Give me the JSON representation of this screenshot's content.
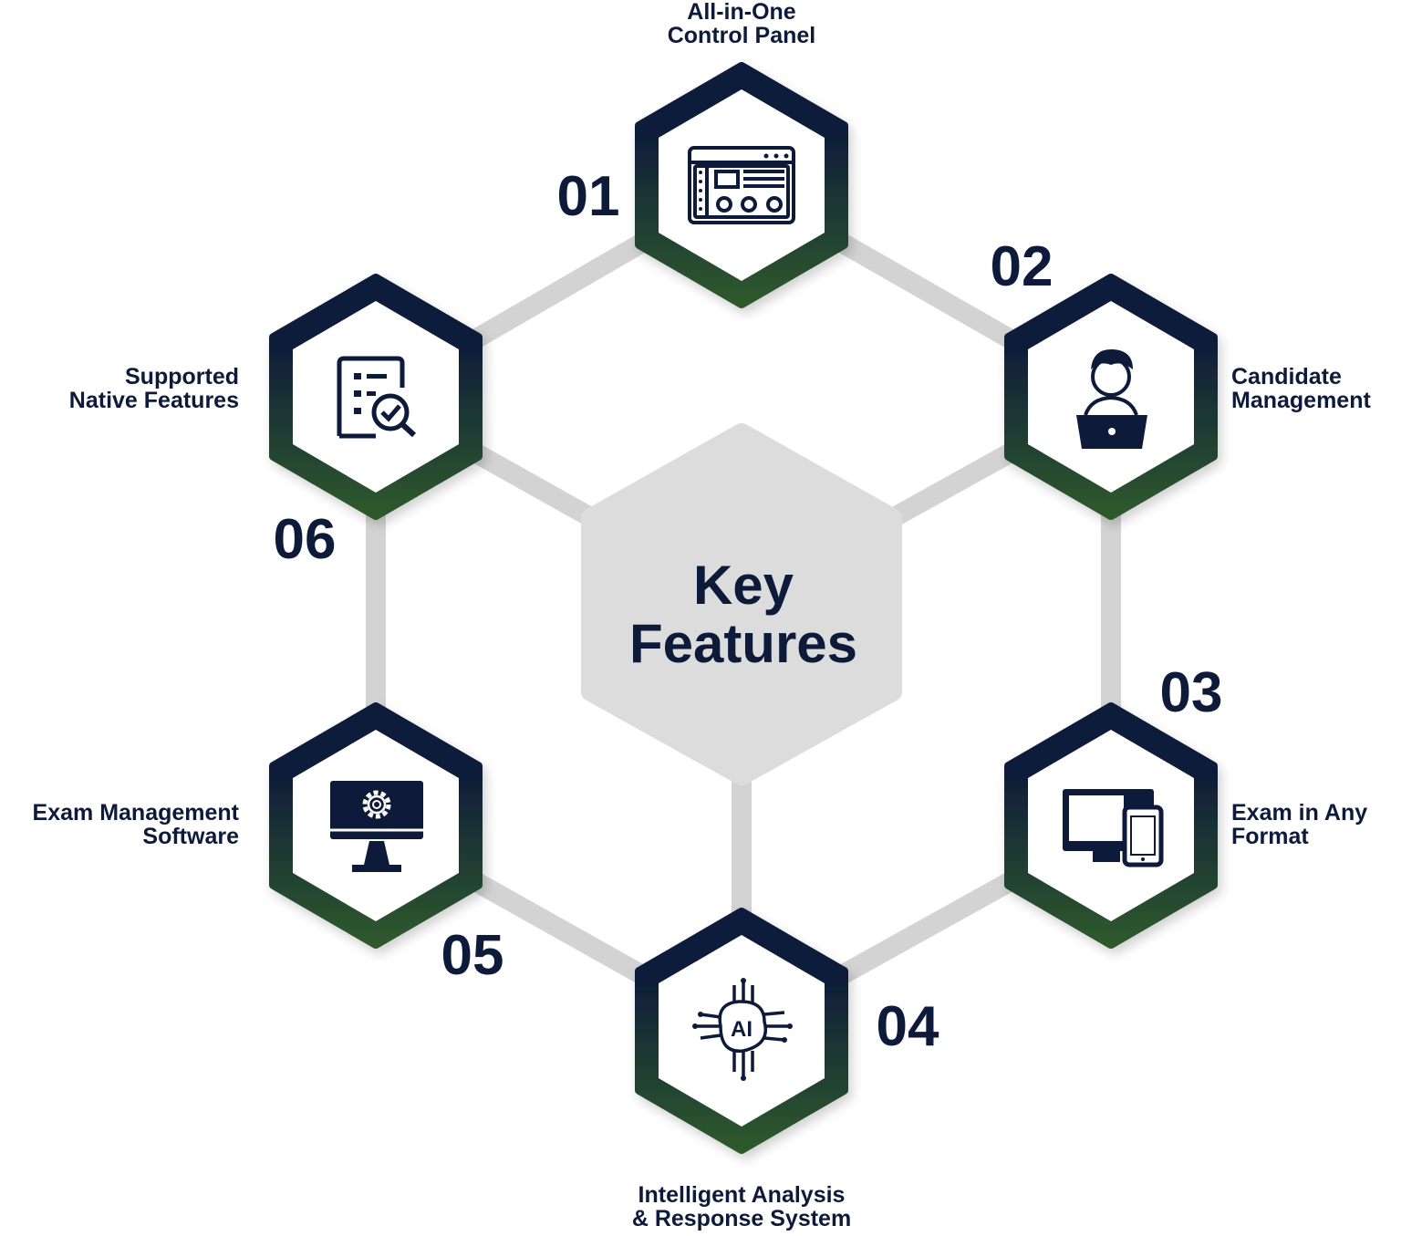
{
  "title": {
    "line1": "Key",
    "line2": "Features"
  },
  "colors": {
    "navy": "#0d1a3a",
    "green": "#2f5a2c",
    "connector": "#d3d3d3",
    "center": "#dcdcdc"
  },
  "features": [
    {
      "number": "01",
      "line1": "All-in-One",
      "line2": "Control Panel",
      "icon": "control-panel-icon"
    },
    {
      "number": "02",
      "line1": "Candidate",
      "line2": "Management",
      "icon": "candidate-laptop-icon"
    },
    {
      "number": "03",
      "line1": "Exam in Any",
      "line2": "Format",
      "icon": "devices-icon"
    },
    {
      "number": "04",
      "line1": "Intelligent Analysis",
      "line2": "& Response System",
      "icon": "ai-brain-icon"
    },
    {
      "number": "05",
      "line1": "Exam Management",
      "line2": "Software",
      "icon": "monitor-gear-icon"
    },
    {
      "number": "06",
      "line1": "Supported",
      "line2": "Native Features",
      "icon": "document-check-icon"
    }
  ]
}
